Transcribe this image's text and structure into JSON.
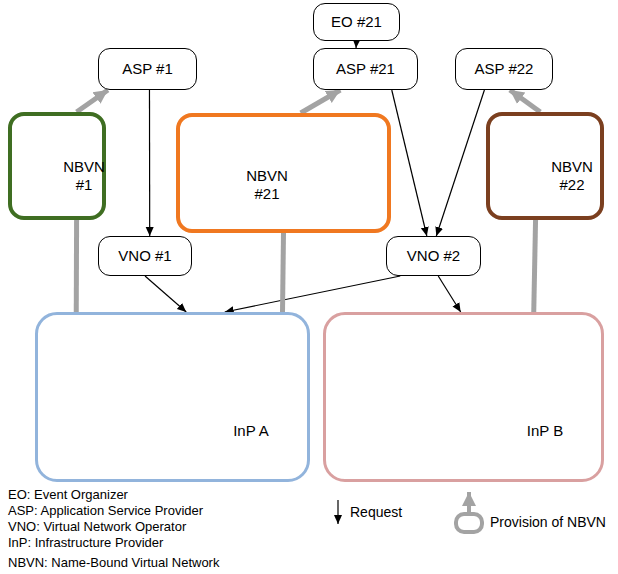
{
  "diagram": {
    "nodes": [
      {
        "text": [
          "EO #21"
        ]
      },
      {
        "text": [
          "ASP #1"
        ]
      },
      {
        "text": [
          "ASP #21"
        ]
      },
      {
        "text": [
          "ASP #22"
        ]
      },
      {
        "text": [
          "NBVN #1"
        ]
      },
      {
        "text": [
          "NBVN #21"
        ]
      },
      {
        "text": [
          "NBVN #22"
        ]
      },
      {
        "text": [
          "VNO #1"
        ]
      },
      {
        "text": [
          "VNO #2"
        ]
      },
      {
        "text": [
          "InP A"
        ]
      },
      {
        "text": [
          "InP B"
        ]
      }
    ],
    "edges": [
      {
        "from": 0,
        "to": 2,
        "arrow": "to"
      },
      {
        "from": 1,
        "to": 7,
        "arrow": "to"
      },
      {
        "from": 2,
        "to": 8,
        "arrow": "to"
      },
      {
        "from": 3,
        "to": 8,
        "arrow": "to"
      },
      {
        "from": 7,
        "to": 9,
        "arrow": "to"
      },
      {
        "from": 8,
        "to": 9,
        "arrow": "to"
      },
      {
        "from": 8,
        "to": 10,
        "arrow": "to"
      },
      {
        "from": 4,
        "to": 1,
        "arrow": "to"
      },
      {
        "from": 5,
        "to": 2,
        "arrow": "to"
      },
      {
        "from": 6,
        "to": 3,
        "arrow": "to"
      },
      {
        "from": 4,
        "to": 9,
        "arrow": "none"
      },
      {
        "from": 5,
        "to": 9,
        "arrow": "none"
      },
      {
        "from": 6,
        "to": 10,
        "arrow": "none"
      }
    ],
    "labels": [
      "EO: Event Organizer",
      "ASP: Application Service Provider",
      "VNO: Virtual Network Operator",
      "InP: Infrastructure Provider",
      "NBVN: Name-Bound Virtual Network"
    ],
    "legend": [
      {
        "text": "Request"
      },
      {
        "text": "Provision of NBVN"
      }
    ]
  }
}
